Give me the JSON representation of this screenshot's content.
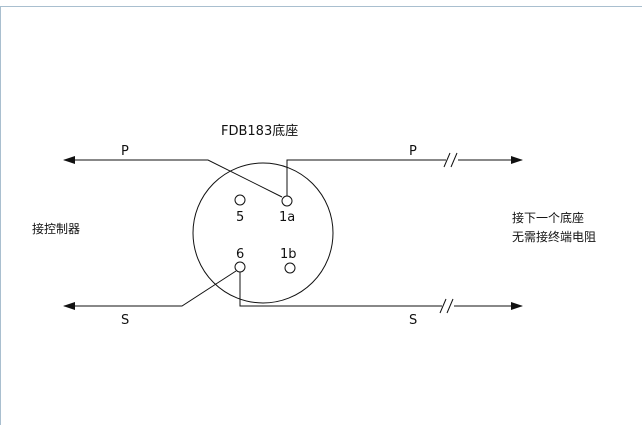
{
  "diagram": {
    "title": "FDB183底座",
    "left_label": "接控制器",
    "right_label_line1": "接下一个底座",
    "right_label_line2": "无需接终端电阻",
    "wire_p_left": "P",
    "wire_p_right": "P",
    "wire_s_left": "S",
    "wire_s_right": "S",
    "terminal_5": "5",
    "terminal_1a": "1a",
    "terminal_6": "6",
    "terminal_1b": "1b"
  },
  "colors": {
    "border": "#a9bfcf",
    "line": "#111111",
    "text": "#111111"
  }
}
